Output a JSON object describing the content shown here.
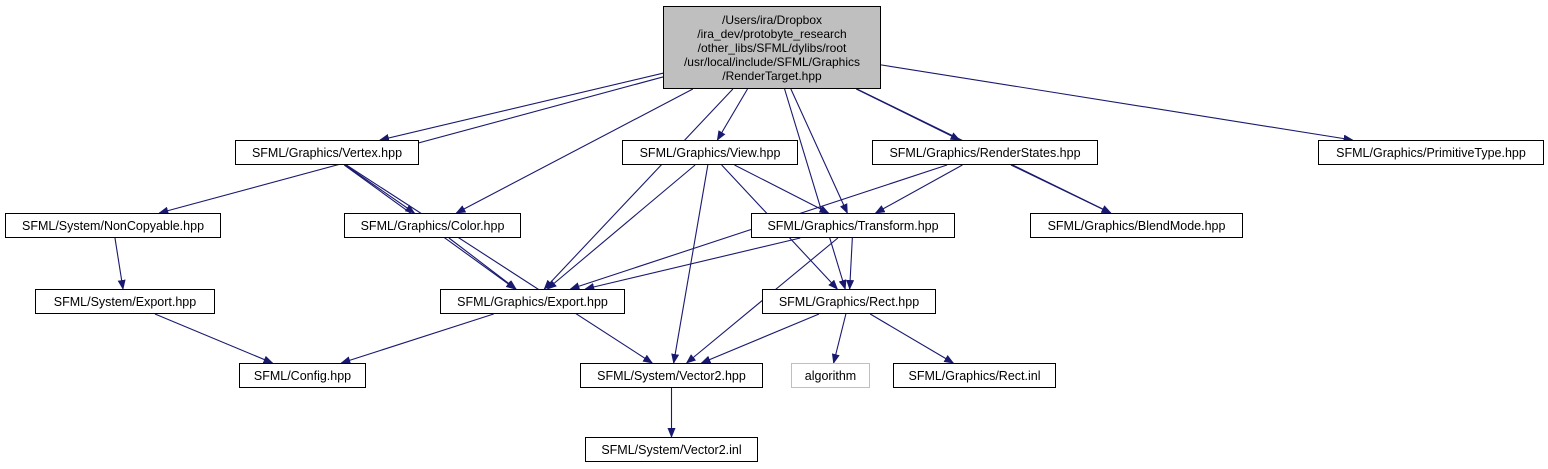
{
  "colors": {
    "edge": "#191970",
    "root_fill": "#bfbfbf",
    "node_border": "#000000",
    "external_border": "#bfbfbf"
  },
  "nodes": {
    "render_target": {
      "lines": [
        "/Users/ira/Dropbox",
        "/ira_dev/protobyte_research",
        "/other_libs/SFML/dylibs/root",
        "/usr/local/include/SFML/Graphics",
        "/RenderTarget.hpp"
      ]
    },
    "vertex": "SFML/Graphics/Vertex.hpp",
    "view": "SFML/Graphics/View.hpp",
    "render_states": "SFML/Graphics/RenderStates.hpp",
    "primitive_type": "SFML/Graphics/PrimitiveType.hpp",
    "non_copyable": "SFML/System/NonCopyable.hpp",
    "color": "SFML/Graphics/Color.hpp",
    "transform": "SFML/Graphics/Transform.hpp",
    "blend_mode": "SFML/Graphics/BlendMode.hpp",
    "system_export": "SFML/System/Export.hpp",
    "graphics_export": "SFML/Graphics/Export.hpp",
    "rect": "SFML/Graphics/Rect.hpp",
    "config": "SFML/Config.hpp",
    "vector2": "SFML/System/Vector2.hpp",
    "algorithm": "algorithm",
    "rect_inl": "SFML/Graphics/Rect.inl",
    "vector2_inl": "SFML/System/Vector2.inl"
  },
  "edges": [
    [
      "render_target",
      "non_copyable"
    ],
    [
      "render_target",
      "vertex"
    ],
    [
      "render_target",
      "color"
    ],
    [
      "render_target",
      "graphics_export"
    ],
    [
      "render_target",
      "view"
    ],
    [
      "render_target",
      "transform"
    ],
    [
      "render_target",
      "render_states"
    ],
    [
      "render_target",
      "blend_mode"
    ],
    [
      "render_target",
      "rect"
    ],
    [
      "render_target",
      "primitive_type"
    ],
    [
      "vertex",
      "color"
    ],
    [
      "vertex",
      "graphics_export"
    ],
    [
      "vertex",
      "vector2"
    ],
    [
      "view",
      "transform"
    ],
    [
      "view",
      "graphics_export"
    ],
    [
      "view",
      "rect"
    ],
    [
      "view",
      "vector2"
    ],
    [
      "render_states",
      "transform"
    ],
    [
      "render_states",
      "blend_mode"
    ],
    [
      "render_states",
      "graphics_export"
    ],
    [
      "non_copyable",
      "system_export"
    ],
    [
      "color",
      "graphics_export"
    ],
    [
      "transform",
      "graphics_export"
    ],
    [
      "transform",
      "rect"
    ],
    [
      "transform",
      "vector2"
    ],
    [
      "system_export",
      "config"
    ],
    [
      "graphics_export",
      "config"
    ],
    [
      "rect",
      "vector2"
    ],
    [
      "rect",
      "algorithm"
    ],
    [
      "rect",
      "rect_inl"
    ],
    [
      "vector2",
      "vector2_inl"
    ]
  ]
}
